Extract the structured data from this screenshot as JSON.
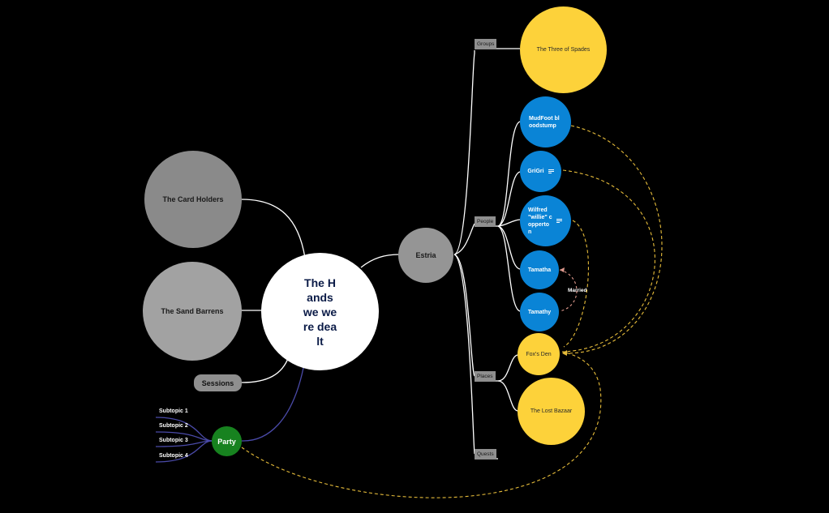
{
  "central_topic": "The Hands we were dealt",
  "left_topics": {
    "card_holders": "The Card Holders",
    "sand_barrens": "The Sand Barrens",
    "sessions": "Sessions",
    "party": "Party"
  },
  "party_subtopics": [
    "Subtopic 1",
    "Subtopic 2",
    "Subtopic 3",
    "Subtopic 4"
  ],
  "estria": {
    "label": "Estria",
    "categories": [
      "Groups",
      "People",
      "Places",
      "Quests"
    ]
  },
  "groups": [
    "The Three of Spades"
  ],
  "people": [
    "MudFoot bloodstump",
    "GriGri",
    "Wilfred \"willie\" copperton",
    "Tamatha",
    "Tamathy"
  ],
  "places": [
    "Fox's Den",
    "The Lost Bazaar"
  ],
  "relationship_label": "Married",
  "colors": {
    "background": "#000000",
    "central": "#ffffff",
    "gray_topic": "#8a8a8a",
    "people": "#0a84d6",
    "places_groups": "#fdd23a",
    "party": "#17821f",
    "relationship_line": "#e6bc3a",
    "party_branch": "#4a4aa8"
  },
  "icons": {
    "note": "note-lines-icon"
  }
}
